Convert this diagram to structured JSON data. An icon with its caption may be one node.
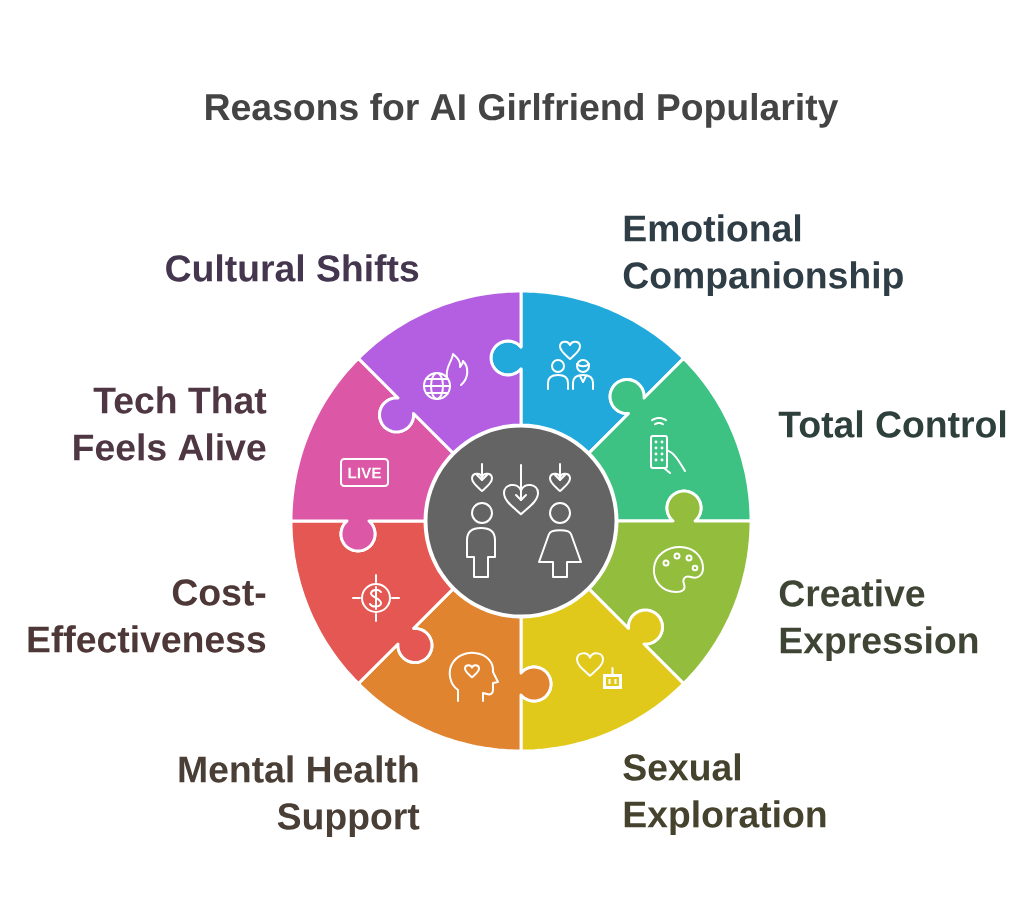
{
  "diagram": {
    "title": "Reasons for AI Girlfriend Popularity",
    "nodes": [
      {
        "text": [
          "Emotional Companionship"
        ]
      },
      {
        "text": [
          "Total Control"
        ]
      },
      {
        "text": [
          "Creative Expression"
        ]
      },
      {
        "text": [
          "Sexual Exploration"
        ]
      },
      {
        "text": [
          "Mental Health Support"
        ]
      },
      {
        "text": [
          "Cost-Effectiveness"
        ]
      },
      {
        "text": [
          "Tech That Feels Alive"
        ]
      },
      {
        "text": [
          "Cultural Shifts"
        ]
      },
      {
        "text": [],
        "shape": "circle"
      }
    ],
    "labels": [
      "LIVE"
    ]
  }
}
